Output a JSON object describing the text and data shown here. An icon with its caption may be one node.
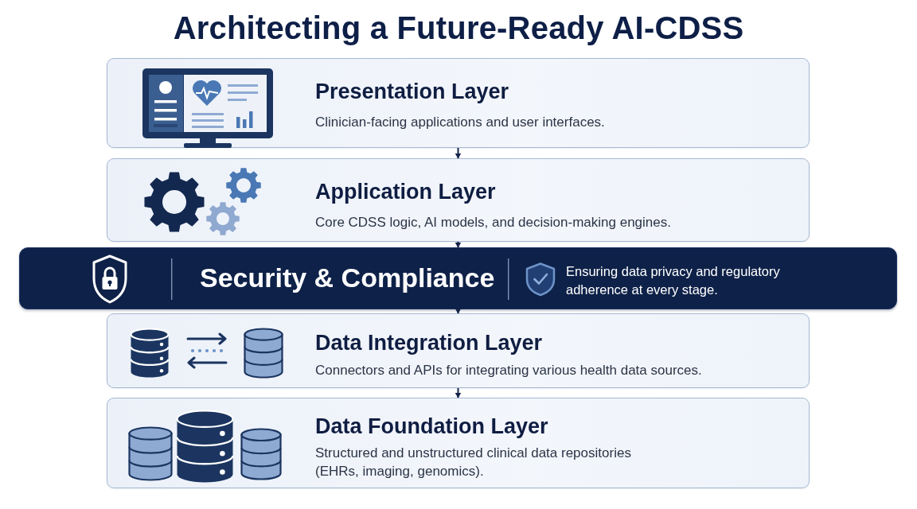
{
  "diagram": {
    "title": "Architecting a Future-Ready AI-CDSS",
    "nodes": [
      {
        "text": [
          "Presentation Layer",
          "Clinician-facing applications and user interfaces."
        ]
      },
      {
        "text": [
          "Application Layer",
          "Core CDSS logic, AI models, and decision-making engines."
        ]
      },
      {
        "text": [
          "Security & Compliance",
          "Ensuring data privacy and regulatory adherence at every stage."
        ]
      },
      {
        "text": [
          "Data Integration Layer",
          "Connectors and APIs for integrating various health data sources."
        ]
      },
      {
        "text": [
          "Data Foundation Layer",
          "Structured and unstructured clinical data repositories (EHRs, imaging, genomics)."
        ]
      }
    ],
    "edges": [
      {
        "from": 0,
        "to": 1,
        "arrow": "to"
      },
      {
        "from": 1,
        "to": 2,
        "arrow": "to"
      },
      {
        "from": 2,
        "to": 3,
        "arrow": "to"
      },
      {
        "from": 3,
        "to": 4,
        "arrow": "to"
      }
    ]
  }
}
